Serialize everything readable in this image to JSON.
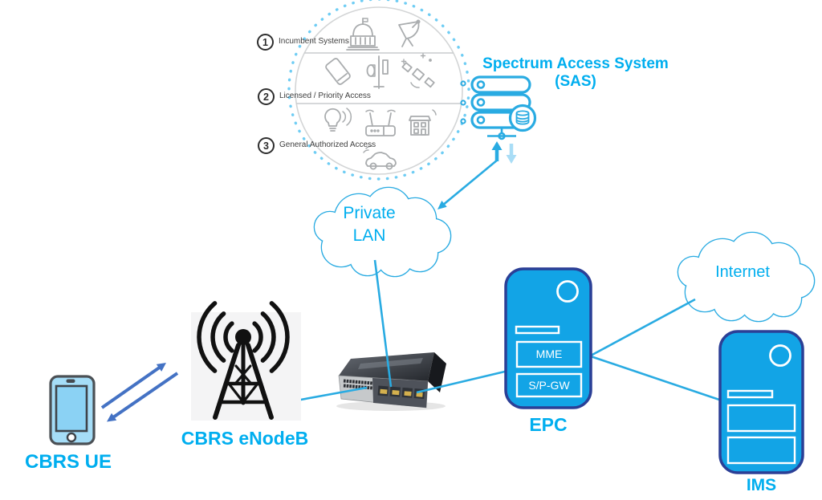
{
  "title_block": {
    "sas_line1": "Spectrum Access System",
    "sas_line2": "(SAS)"
  },
  "tier_circle": {
    "tiers": [
      {
        "number": "1",
        "label": "Incumbent Systems",
        "icons": [
          "capitol-building",
          "satellite-dish"
        ]
      },
      {
        "number": "2",
        "label": "Licensed / Priority Access",
        "icons": [
          "smartphone",
          "cell-tower",
          "satellite"
        ]
      },
      {
        "number": "3",
        "label": "General Authorized Access",
        "icons": [
          "smart-lightbulb",
          "wifi-router",
          "smart-home",
          "connected-car"
        ]
      }
    ]
  },
  "clouds": {
    "private_lan": "Private LAN",
    "internet": "Internet"
  },
  "nodes": {
    "sas_server": {
      "icon": "server-stack-with-database"
    },
    "switch": {
      "icon": "network-switch"
    },
    "epc": {
      "label": "EPC",
      "modules": [
        "MME",
        "S/P-GW"
      ]
    },
    "ims": {
      "label": "IMS"
    },
    "enodeb": {
      "label": "CBRS eNodeB",
      "icon": "radio-tower"
    },
    "ue": {
      "label": "CBRS UE",
      "icon": "smartphone"
    }
  },
  "colors": {
    "label_cyan": "#00AEEF",
    "line_cyan": "#29ABE2",
    "node_fill": "#12A4E6",
    "node_border": "#2B3F96",
    "ue_arrow_blue": "#4472C4",
    "dotted_circle": "#6FCDF4",
    "tier_icon_gray": "#A9ACAE"
  }
}
